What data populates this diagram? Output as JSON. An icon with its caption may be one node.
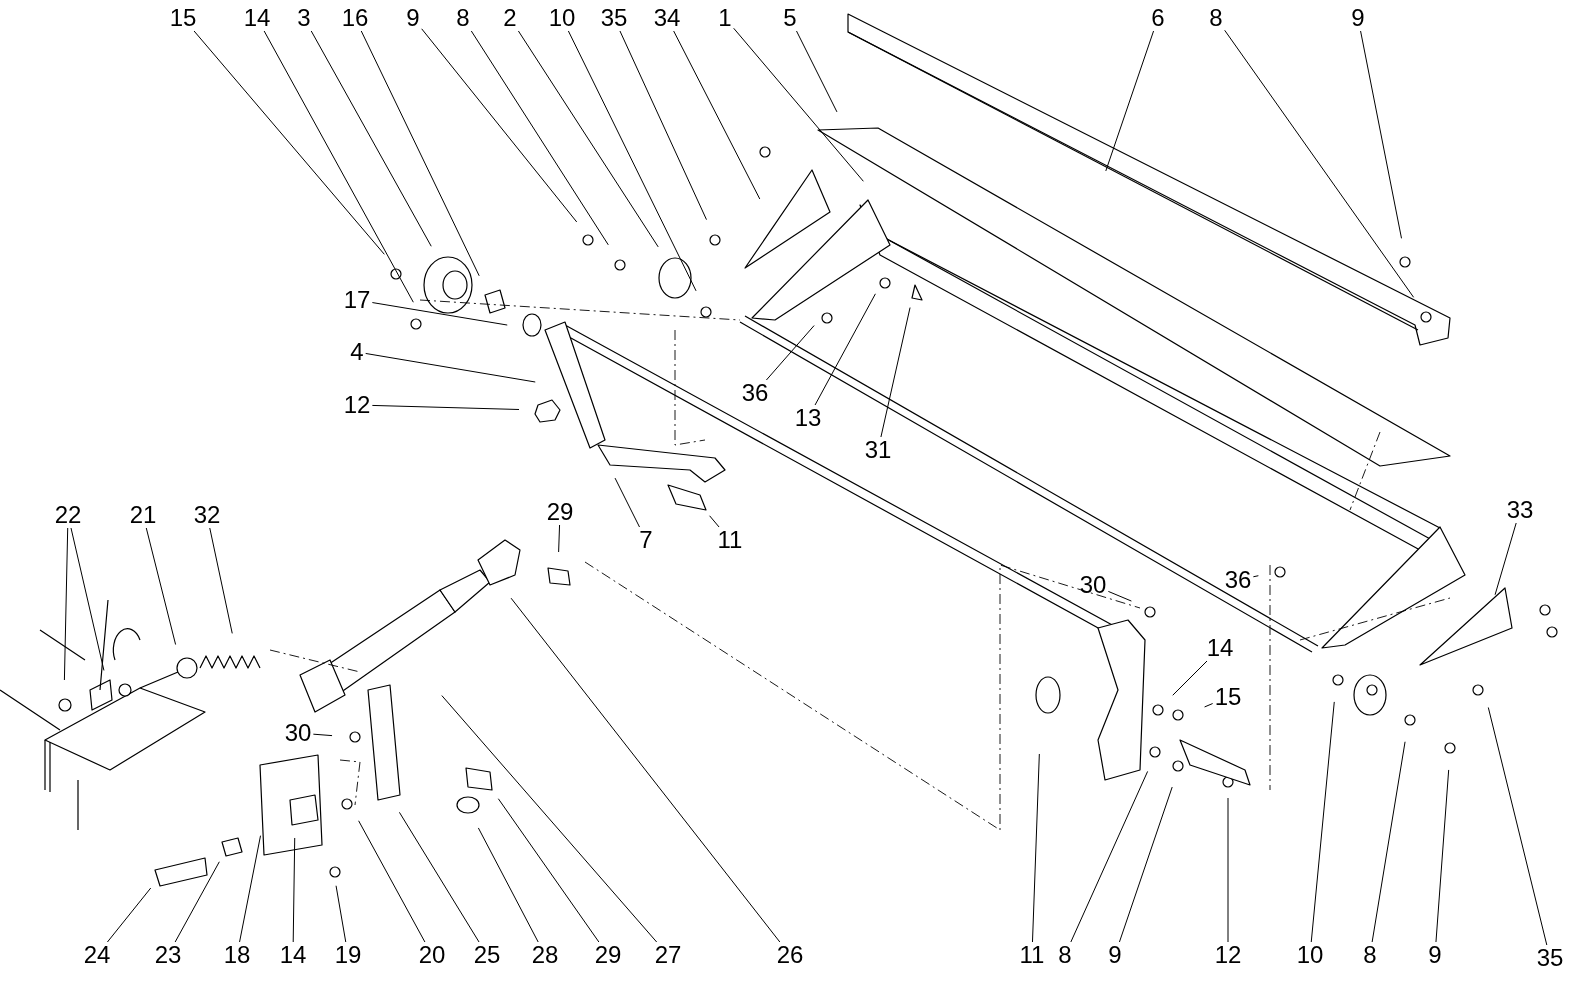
{
  "diagram": {
    "nodes": [
      {
        "text": [
          "15"
        ]
      },
      {
        "text": [
          "14"
        ]
      },
      {
        "text": [
          "3"
        ]
      },
      {
        "text": [
          "16"
        ]
      },
      {
        "text": [
          "9"
        ]
      },
      {
        "text": [
          "8"
        ]
      },
      {
        "text": [
          "2"
        ]
      },
      {
        "text": [
          "10"
        ]
      },
      {
        "text": [
          "35"
        ]
      },
      {
        "text": [
          "34"
        ]
      },
      {
        "text": [
          "1"
        ]
      },
      {
        "text": [
          "5"
        ]
      },
      {
        "text": [
          "6"
        ]
      },
      {
        "text": [
          "8"
        ]
      },
      {
        "text": [
          "9"
        ]
      },
      {
        "text": [
          "17"
        ]
      },
      {
        "text": [
          "4"
        ]
      },
      {
        "text": [
          "12"
        ]
      },
      {
        "text": [
          "36"
        ]
      },
      {
        "text": [
          "13"
        ]
      },
      {
        "text": [
          "31"
        ]
      },
      {
        "text": [
          "7"
        ]
      },
      {
        "text": [
          "11"
        ]
      },
      {
        "text": [
          "22"
        ]
      },
      {
        "text": [
          "21"
        ]
      },
      {
        "text": [
          "32"
        ]
      },
      {
        "text": [
          "29"
        ]
      },
      {
        "text": [
          "33"
        ]
      },
      {
        "text": [
          "30"
        ]
      },
      {
        "text": [
          "36"
        ]
      },
      {
        "text": [
          "14"
        ]
      },
      {
        "text": [
          "15"
        ]
      },
      {
        "text": [
          "30"
        ]
      },
      {
        "text": [
          "24"
        ]
      },
      {
        "text": [
          "23"
        ]
      },
      {
        "text": [
          "18"
        ]
      },
      {
        "text": [
          "14"
        ]
      },
      {
        "text": [
          "19"
        ]
      },
      {
        "text": [
          "20"
        ]
      },
      {
        "text": [
          "25"
        ]
      },
      {
        "text": [
          "28"
        ]
      },
      {
        "text": [
          "29"
        ]
      },
      {
        "text": [
          "27"
        ]
      },
      {
        "text": [
          "26"
        ]
      },
      {
        "text": [
          "11"
        ]
      },
      {
        "text": [
          "8"
        ]
      },
      {
        "text": [
          "9"
        ]
      },
      {
        "text": [
          "12"
        ]
      },
      {
        "text": [
          "10"
        ]
      },
      {
        "text": [
          "8"
        ]
      },
      {
        "text": [
          "9"
        ]
      },
      {
        "text": [
          "35"
        ]
      }
    ],
    "edges": [
      {
        "from": 0,
        "to": null,
        "arrow": "none"
      },
      {
        "from": 1,
        "to": null,
        "arrow": "none"
      },
      {
        "from": 2,
        "to": null,
        "arrow": "none"
      },
      {
        "from": 3,
        "to": null,
        "arrow": "none"
      },
      {
        "from": 4,
        "to": null,
        "arrow": "none"
      },
      {
        "from": 5,
        "to": null,
        "arrow": "none"
      },
      {
        "from": 6,
        "to": null,
        "arrow": "none"
      },
      {
        "from": 7,
        "to": null,
        "arrow": "none"
      },
      {
        "from": 8,
        "to": null,
        "arrow": "none"
      },
      {
        "from": 9,
        "to": null,
        "arrow": "none"
      },
      {
        "from": 10,
        "to": null,
        "arrow": "none"
      },
      {
        "from": 11,
        "to": null,
        "arrow": "none"
      },
      {
        "from": 12,
        "to": null,
        "arrow": "none"
      },
      {
        "from": 13,
        "to": null,
        "arrow": "none"
      },
      {
        "from": 14,
        "to": null,
        "arrow": "none"
      },
      {
        "from": 15,
        "to": null,
        "arrow": "none"
      },
      {
        "from": 16,
        "to": null,
        "arrow": "none"
      },
      {
        "from": 17,
        "to": null,
        "arrow": "none"
      },
      {
        "from": 18,
        "to": null,
        "arrow": "none"
      },
      {
        "from": 19,
        "to": null,
        "arrow": "none"
      },
      {
        "from": 20,
        "to": null,
        "arrow": "none"
      },
      {
        "from": 21,
        "to": null,
        "arrow": "none"
      },
      {
        "from": 22,
        "to": null,
        "arrow": "none"
      },
      {
        "from": 23,
        "to": null,
        "arrow": "none"
      },
      {
        "from": 23,
        "to": null,
        "arrow": "none"
      },
      {
        "from": 24,
        "to": null,
        "arrow": "none"
      },
      {
        "from": 25,
        "to": null,
        "arrow": "none"
      },
      {
        "from": 26,
        "to": null,
        "arrow": "none"
      },
      {
        "from": 27,
        "to": null,
        "arrow": "none"
      },
      {
        "from": 28,
        "to": null,
        "arrow": "none"
      },
      {
        "from": 29,
        "to": null,
        "arrow": "none"
      },
      {
        "from": 30,
        "to": null,
        "arrow": "none"
      },
      {
        "from": 31,
        "to": null,
        "arrow": "none"
      },
      {
        "from": 32,
        "to": null,
        "arrow": "none"
      },
      {
        "from": 33,
        "to": null,
        "arrow": "none"
      },
      {
        "from": 34,
        "to": null,
        "arrow": "none"
      },
      {
        "from": 35,
        "to": null,
        "arrow": "none"
      },
      {
        "from": 36,
        "to": null,
        "arrow": "none"
      },
      {
        "from": 37,
        "to": null,
        "arrow": "none"
      },
      {
        "from": 38,
        "to": null,
        "arrow": "none"
      },
      {
        "from": 39,
        "to": null,
        "arrow": "none"
      },
      {
        "from": 40,
        "to": null,
        "arrow": "none"
      },
      {
        "from": 41,
        "to": null,
        "arrow": "none"
      },
      {
        "from": 42,
        "to": null,
        "arrow": "none"
      },
      {
        "from": 43,
        "to": null,
        "arrow": "none"
      },
      {
        "from": 44,
        "to": null,
        "arrow": "none"
      },
      {
        "from": 45,
        "to": null,
        "arrow": "none"
      },
      {
        "from": 46,
        "to": null,
        "arrow": "none"
      },
      {
        "from": 47,
        "to": null,
        "arrow": "none"
      },
      {
        "from": 48,
        "to": null,
        "arrow": "none"
      },
      {
        "from": 49,
        "to": null,
        "arrow": "none"
      },
      {
        "from": 50,
        "to": null,
        "arrow": "none"
      },
      {
        "from": 51,
        "to": null,
        "arrow": "none"
      }
    ]
  }
}
